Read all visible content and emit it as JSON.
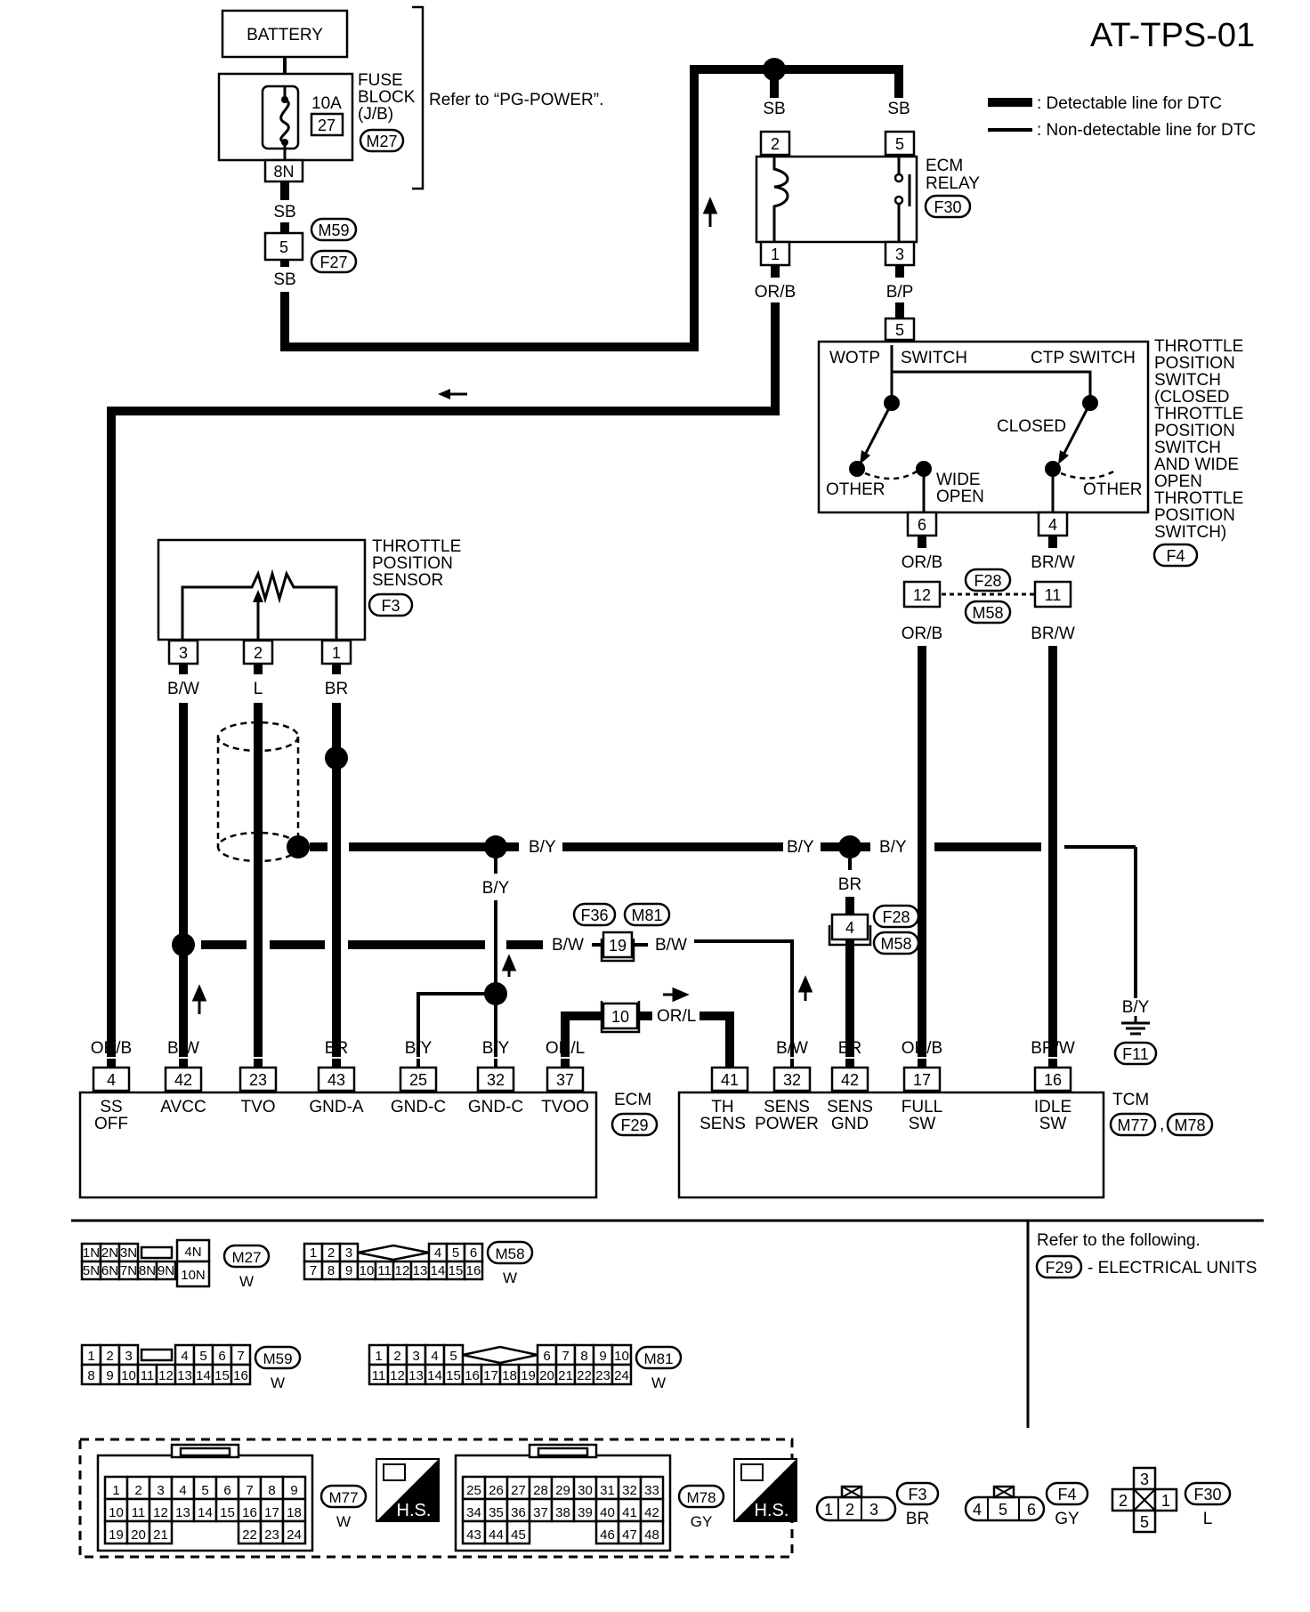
{
  "page": {
    "code": "AT-TPS-01",
    "legend": {
      "detectable": ": Detectable line for DTC",
      "non_detectable": ": Non-detectable line for DTC"
    }
  },
  "power": {
    "battery": "BATTERY",
    "fuse_block_lines": [
      "FUSE",
      "BLOCK",
      "(J/B)"
    ],
    "fuse_amp": "10A",
    "fuse_no": "27",
    "fuse_conn": "M27",
    "fuse_pin": "8N",
    "refer": "Refer to “PG-POWER”.",
    "wire_sb": "SB",
    "jc_conn_a": "M59",
    "jc_pin": "5",
    "jc_conn_b": "F27"
  },
  "ecm_relay": {
    "label_lines": [
      "ECM",
      "RELAY"
    ],
    "conn": "F30",
    "pins": [
      "2",
      "5",
      "1",
      "3"
    ],
    "wire_top_left": "SB",
    "wire_top_right": "SB",
    "wire_bottom_left": "OR/B",
    "wire_bottom_right": "B/P"
  },
  "tp_switch": {
    "pin_top": "5",
    "wotp": "WOTP",
    "switch": "SWITCH",
    "ctp": "CTP SWITCH",
    "closed": "CLOSED",
    "other_left": "OTHER",
    "wide_open_lines": [
      "WIDE",
      "OPEN"
    ],
    "other_right": "OTHER",
    "label_lines": [
      "THROTTLE",
      "POSITION",
      "SWITCH",
      "(CLOSED",
      "THROTTLE",
      "POSITION",
      "SWITCH",
      "AND WIDE",
      "OPEN",
      "THROTTLE",
      "POSITION",
      "SWITCH)"
    ],
    "conn": "F4",
    "pin_left": "6",
    "pin_right": "4",
    "wire_left": "OR/B",
    "wire_right": "BR/W",
    "jc_pin_left": "12",
    "jc_pin_right": "11",
    "jc_conn_a": "F28",
    "jc_conn_b": "M58"
  },
  "tp_sensor": {
    "label_lines": [
      "THROTTLE",
      "POSITION",
      "SENSOR"
    ],
    "conn": "F3",
    "pins": [
      "3",
      "2",
      "1"
    ],
    "wires": [
      "B/W",
      "L",
      "BR"
    ]
  },
  "mid": {
    "by": "B/Y",
    "br": "BR",
    "bw": "B/W",
    "orl": "OR/L",
    "jc_f36": "F36",
    "jc_m81": "M81",
    "pin19": "19",
    "pin10": "10",
    "pin4": "4",
    "jc_f28": "F28",
    "jc_m58": "M58",
    "gnd_conn": "F11"
  },
  "ecm": {
    "pins": [
      {
        "wire": "OR/B",
        "pin": "4",
        "name": [
          "SS",
          "OFF"
        ]
      },
      {
        "wire": "B/W",
        "pin": "42",
        "name": [
          "AVCC"
        ]
      },
      {
        "wire": "L",
        "pin": "23",
        "name": [
          "TVO"
        ]
      },
      {
        "wire": "BR",
        "pin": "43",
        "name": [
          "GND-A"
        ]
      },
      {
        "wire": "B/Y",
        "pin": "25",
        "name": [
          "GND-C"
        ]
      },
      {
        "wire": "B/Y",
        "pin": "32",
        "name": [
          "GND-C"
        ]
      },
      {
        "wire": "OR/L",
        "pin": "37",
        "name": [
          "TVOO"
        ]
      }
    ],
    "label": "ECM",
    "conn": "F29"
  },
  "tcm": {
    "pins": [
      {
        "wire": "",
        "pin": "41",
        "name": [
          "TH",
          "SENS"
        ]
      },
      {
        "wire": "B/W",
        "pin": "32",
        "name": [
          "SENS",
          "POWER"
        ]
      },
      {
        "wire": "BR",
        "pin": "42",
        "name": [
          "SENS",
          "GND"
        ]
      },
      {
        "wire": "OR/B",
        "pin": "17",
        "name": [
          "FULL",
          "SW"
        ]
      },
      {
        "wire": "BR/W",
        "pin": "16",
        "name": [
          "IDLE",
          "SW"
        ]
      }
    ],
    "label": "TCM",
    "conn_a": "M77",
    "conn_b": "M78",
    "sep": ","
  },
  "connectors": {
    "m27": {
      "conn": "M27",
      "color": "W",
      "top": [
        "1N",
        "2N",
        "3N"
      ],
      "bottom": [
        "5N",
        "6N",
        "7N",
        "8N",
        "9N"
      ],
      "side_top": "4N",
      "side_bottom": "10N"
    },
    "m58": {
      "conn": "M58",
      "color": "W",
      "top_left": [
        "1",
        "2",
        "3"
      ],
      "top_right": [
        "4",
        "5",
        "6"
      ],
      "bottom": [
        "7",
        "8",
        "9",
        "10",
        "11",
        "12",
        "13",
        "14",
        "15",
        "16"
      ]
    },
    "m59": {
      "conn": "M59",
      "color": "W",
      "top_left": [
        "1",
        "2",
        "3"
      ],
      "top_right": [
        "4",
        "5",
        "6",
        "7"
      ],
      "bottom": [
        "8",
        "9",
        "10",
        "11",
        "12",
        "13",
        "14",
        "15",
        "16"
      ]
    },
    "m81": {
      "conn": "M81",
      "color": "W",
      "top_left": [
        "1",
        "2",
        "3",
        "4",
        "5"
      ],
      "top_right": [
        "6",
        "7",
        "8",
        "9",
        "10"
      ],
      "bottom": [
        "11",
        "12",
        "13",
        "14",
        "15",
        "16",
        "17",
        "18",
        "19",
        "20",
        "21",
        "22",
        "23",
        "24"
      ]
    },
    "m77": {
      "conn": "M77",
      "color": "W",
      "row1": [
        "1",
        "2",
        "3",
        "4",
        "5",
        "6",
        "7",
        "8",
        "9"
      ],
      "row2": [
        "10",
        "11",
        "12",
        "13",
        "14",
        "15",
        "16",
        "17",
        "18"
      ],
      "row3_left": [
        "19",
        "20",
        "21"
      ],
      "row3_right": [
        "22",
        "23",
        "24"
      ],
      "hs": "H.S."
    },
    "m78": {
      "conn": "M78",
      "color": "GY",
      "row1": [
        "25",
        "26",
        "27",
        "28",
        "29",
        "30",
        "31",
        "32",
        "33"
      ],
      "row2": [
        "34",
        "35",
        "36",
        "37",
        "38",
        "39",
        "40",
        "41",
        "42"
      ],
      "row3_left": [
        "43",
        "44",
        "45"
      ],
      "row3_right": [
        "46",
        "47",
        "48"
      ],
      "hs": "H.S."
    },
    "f3": {
      "conn": "F3",
      "color": "BR",
      "pins": [
        "1",
        "2",
        "3"
      ]
    },
    "f4": {
      "conn": "F4",
      "color": "GY",
      "pins": [
        "4",
        "5",
        "6"
      ]
    },
    "f30": {
      "conn": "F30",
      "color": "L",
      "pins": [
        "3",
        "2",
        "1",
        "5"
      ]
    }
  },
  "refer_box": {
    "title": "Refer to the following.",
    "conn": "F29",
    "text": "- ELECTRICAL UNITS"
  }
}
